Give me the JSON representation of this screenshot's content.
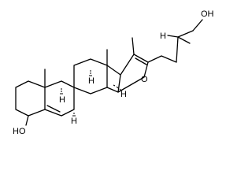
{
  "structure": {
    "atom_labels": {
      "oh_ring_a": "HO",
      "oh_side_chain": "OH",
      "furan_o": "O",
      "h_side_chain": "H",
      "h_c8": "H",
      "h_c9": "H",
      "h_c14": "H",
      "h_c17": "H"
    },
    "ink_color": "#000000"
  }
}
